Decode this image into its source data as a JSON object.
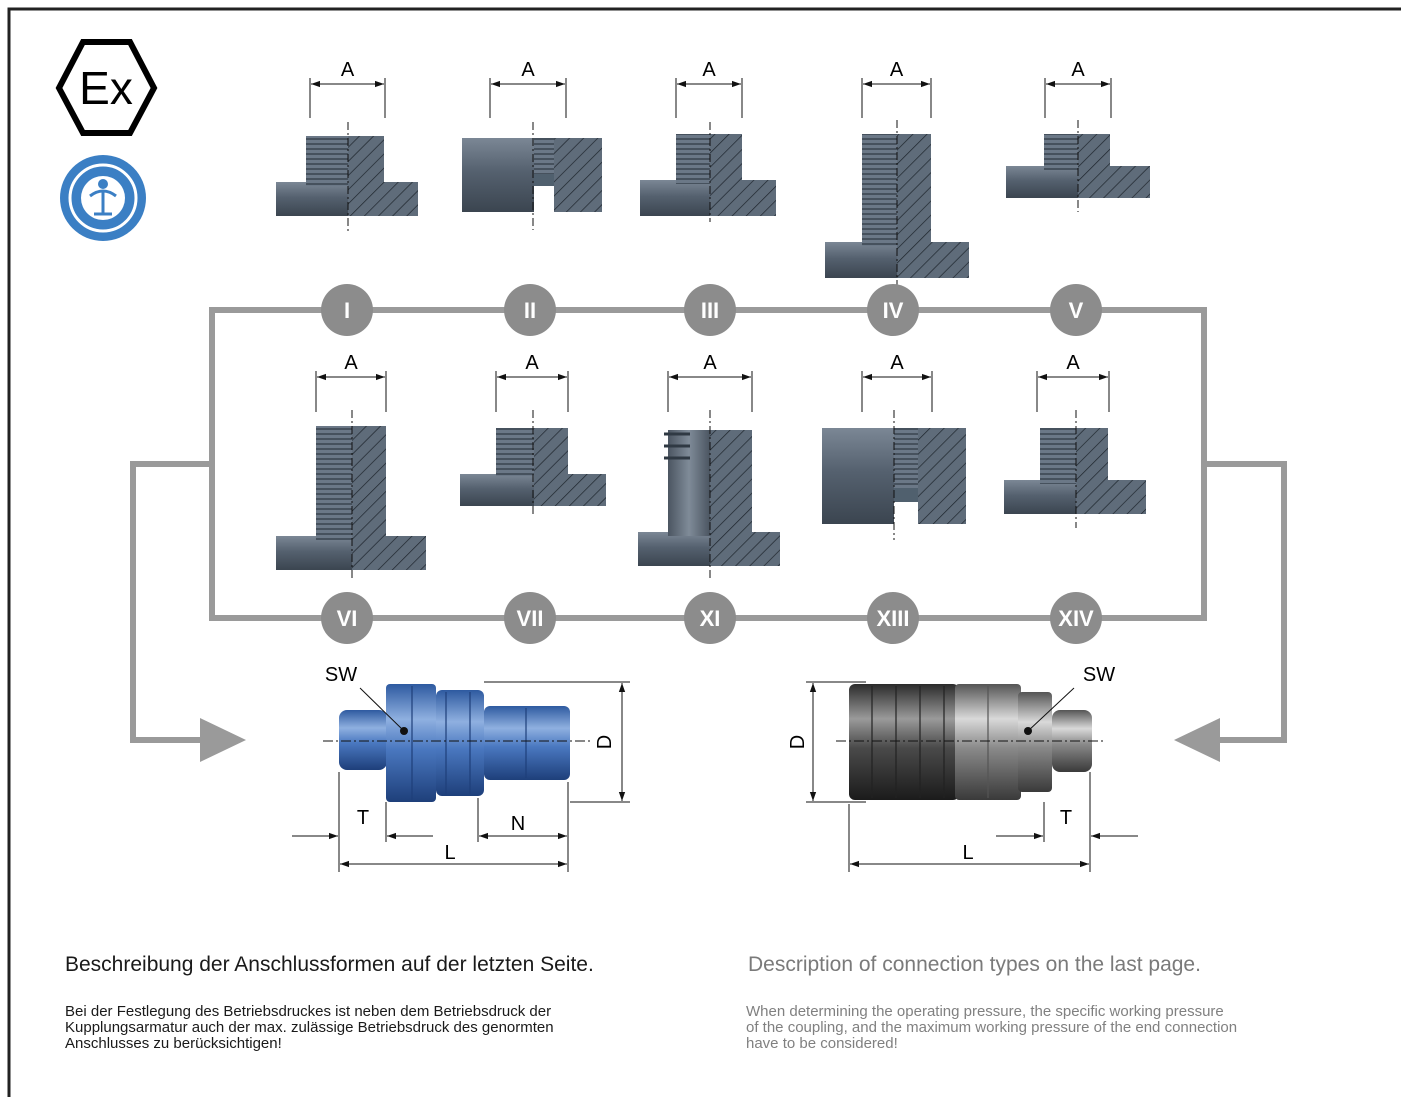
{
  "dimension_labels": {
    "width": "A",
    "hex_size": "SW",
    "diameter": "D",
    "thread_length": "T",
    "overall_length": "L",
    "nipple_length": "N"
  },
  "connection_types": {
    "top_row": [
      "I",
      "II",
      "III",
      "IV",
      "V"
    ],
    "bottom_row": [
      "VI",
      "VII",
      "XI",
      "XIII",
      "XIV"
    ]
  },
  "logos": {
    "ex_mark": "Ex",
    "eco_label": "blue-angel-eco-label"
  },
  "captions": {
    "de_title": "Beschreibung der Anschlussformen auf der letzten Seite.",
    "en_title": "Description of connection types  on the last page.",
    "de_body": "Bei der Festlegung des Betriebsdruckes ist neben dem Betriebsdruck der\nKupplungsarmatur auch der max. zulässige Betriebsdruck des genormten\nAnschlusses zu berücksichtigen!",
    "en_body": "When determining the operating pressure, the specific working pressure\nof the coupling, and the maximum working pressure  of the end connection\nhave to be considered!"
  },
  "colors": {
    "frame": "#222222",
    "connector_line": "#999999",
    "badge": "#8c8c8c",
    "badge_text": "#ffffff",
    "part_body": "#5d6a78",
    "nipple_blue": "#3f6fae",
    "coupling_silver": "#9a9a9a",
    "english_text": "#7a7a7a"
  }
}
